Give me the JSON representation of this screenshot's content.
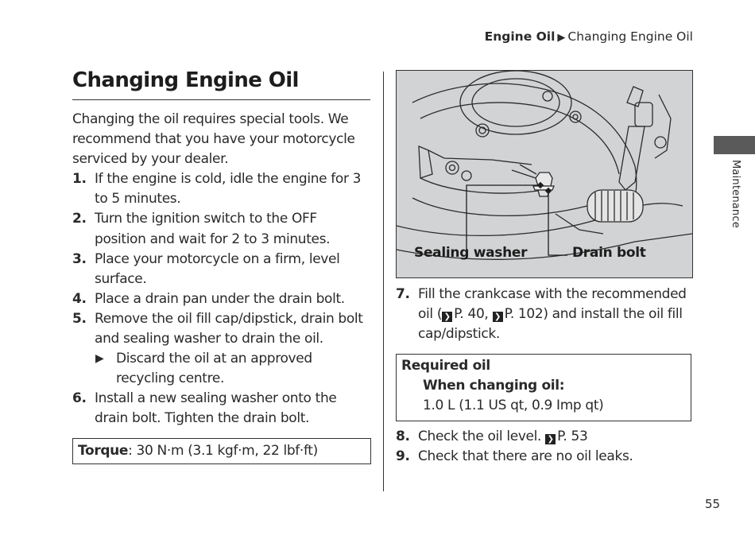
{
  "breadcrumb": {
    "section": "Engine Oil",
    "arrow": "▶",
    "page": "Changing Engine Oil"
  },
  "title": "Changing Engine Oil",
  "intro": "Changing the oil requires special tools. We recommend that you have your motorcycle serviced by your dealer.",
  "steps_left": [
    {
      "num": "1.",
      "text": "If the engine is cold, idle the engine for 3 to 5 minutes."
    },
    {
      "num": "2.",
      "text": "Turn the ignition switch to the OFF position and wait for 2 to 3 minutes."
    },
    {
      "num": "3.",
      "text": "Place your motorcycle on a firm, level surface."
    },
    {
      "num": "4.",
      "text": "Place a drain pan under the drain bolt."
    },
    {
      "num": "5.",
      "text": "Remove the oil fill cap/dipstick, drain bolt and sealing washer to drain the oil.",
      "subnote": "Discard the oil at an approved recycling centre."
    },
    {
      "num": "6.",
      "text": "Install a new sealing washer onto the drain bolt. Tighten the drain bolt."
    }
  ],
  "subnote_arrow": "▶",
  "torque": {
    "label": "Torque",
    "value": ": 30 N·m (3.1 kgf·m, 22 lbf·ft)"
  },
  "figure": {
    "label_washer": "Sealing washer",
    "label_bolt": "Drain bolt"
  },
  "step7": {
    "num": "7.",
    "text_a": "Fill the crankcase with the recommended oil (",
    "ref1": "P. 40,",
    "ref2": "P. 102",
    "text_b": ") and install the oil fill cap/dipstick."
  },
  "ref_glyph": "❯",
  "oil_box": {
    "heading": "Required oil",
    "sub": "When changing oil:",
    "value": "1.0 L (1.1 US qt, 0.9 Imp qt)"
  },
  "step8": {
    "num": "8.",
    "text": "Check the oil level.",
    "ref": "P. 53"
  },
  "step9": {
    "num": "9.",
    "text": "Check that there are no oil leaks."
  },
  "side_label": "Maintenance",
  "page_number": "55",
  "colors": {
    "figure_bg": "#d2d3d5",
    "side_tab": "#5a5a5a",
    "text": "#2a2a2a"
  }
}
